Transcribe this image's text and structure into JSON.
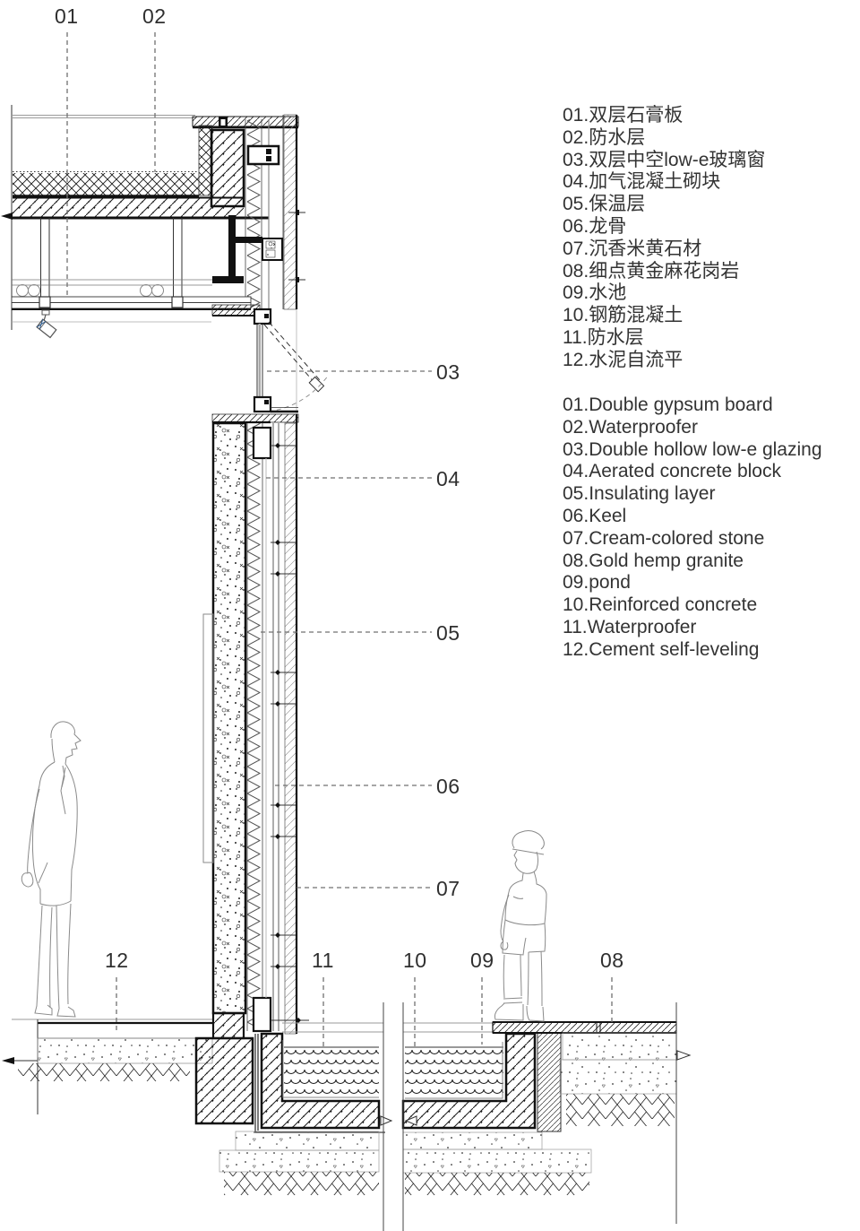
{
  "legend": {
    "cn": [
      "01.双层石膏板",
      "02.防水层",
      "03.双层中空low-e玻璃窗",
      "04.加气混凝土砌块",
      "05.保温层",
      "06.龙骨",
      "07.沉香米黄石材",
      "08.细点黄金麻花岗岩",
      "09.水池",
      "10.钢筋混凝土",
      "11.防水层",
      "12.水泥自流平"
    ],
    "en": [
      "01.Double gypsum board",
      "02.Waterproofer",
      "03.Double hollow low-e glazing",
      "04.Aerated concrete block",
      "05.Insulating layer",
      "06.Keel",
      "07.Cream-colored stone",
      "08.Gold hemp granite",
      "09.pond",
      "10.Reinforced concrete",
      "11.Waterproofer",
      "12.Cement self-leveling"
    ]
  },
  "callouts": {
    "c01": "01",
    "c02": "02",
    "c03": "03",
    "c04": "04",
    "c05": "05",
    "c06": "06",
    "c07": "07",
    "c08": "08",
    "c09": "09",
    "c10": "10",
    "c11": "11",
    "c12": "12"
  },
  "colors": {
    "line": "#1a1a1a",
    "text": "#333333",
    "leader": "#707070",
    "figure_line": "#8a8a8a"
  }
}
